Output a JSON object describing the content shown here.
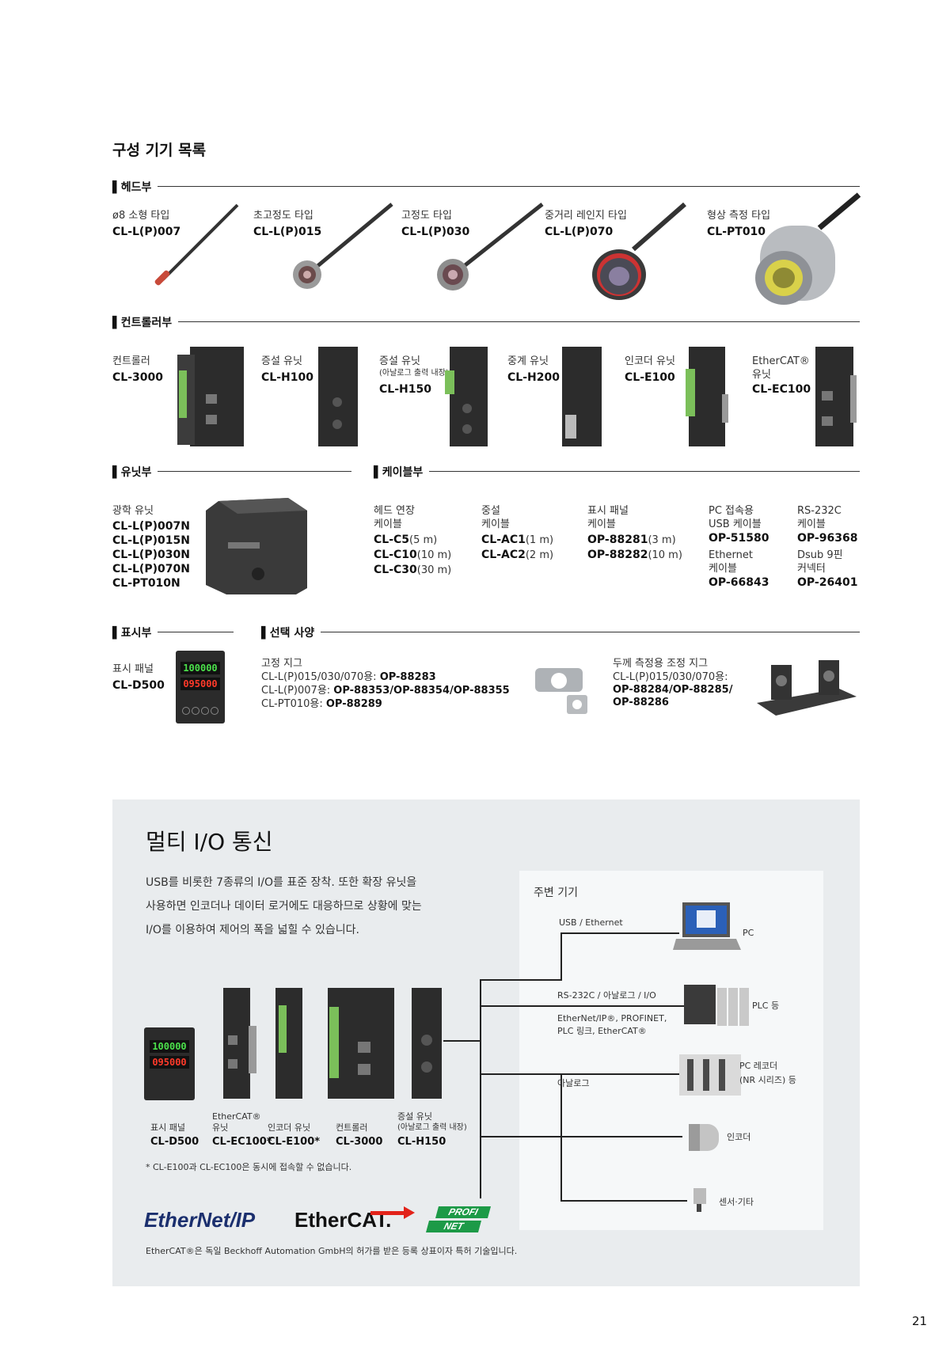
{
  "page_title": "구성 기기 목록",
  "sections": {
    "head": "헤드부",
    "controller": "컨트롤러부",
    "unit": "유닛부",
    "cable": "케이블부",
    "display": "표시부",
    "option": "선택 사양"
  },
  "heads": [
    {
      "type": "ø8 소형 타입",
      "model": "CL-L(P)007"
    },
    {
      "type": "초고정도 타입",
      "model": "CL-L(P)015"
    },
    {
      "type": "고정도 타입",
      "model": "CL-L(P)030"
    },
    {
      "type": "중거리 레인지 타입",
      "model": "CL-L(P)070"
    },
    {
      "type": "형상 측정 타입",
      "model": "CL-PT010"
    }
  ],
  "controllers": [
    {
      "name": "컨트롤러",
      "model": "CL-3000"
    },
    {
      "name": "증설 유닛",
      "model": "CL-H100"
    },
    {
      "name": "증설 유닛",
      "sub": "(아날로그 출력 내장)",
      "model": "CL-H150"
    },
    {
      "name": "중계 유닛",
      "model": "CL-H200"
    },
    {
      "name": "인코더 유닛",
      "model": "CL-E100"
    },
    {
      "name": "EtherCAT® 유닛",
      "model": "CL-EC100"
    }
  ],
  "optical_unit": {
    "name": "광학 유닛",
    "models": [
      "CL-L(P)007N",
      "CL-L(P)015N",
      "CL-L(P)030N",
      "CL-L(P)070N",
      "CL-PT010N"
    ]
  },
  "cables": {
    "head_ext": {
      "name1": "헤드 연장",
      "name2": "케이블",
      "items": [
        {
          "m": "CL-C5",
          "l": "(5 m)"
        },
        {
          "m": "CL-C10",
          "l": "(10 m)"
        },
        {
          "m": "CL-C30",
          "l": "(30 m)"
        }
      ]
    },
    "relay": {
      "name1": "중설",
      "name2": "케이블",
      "items": [
        {
          "m": "CL-AC1",
          "l": "(1 m)"
        },
        {
          "m": "CL-AC2",
          "l": "(2 m)"
        }
      ]
    },
    "panel": {
      "name1": "표시 패널",
      "name2": "케이블",
      "items": [
        {
          "m": "OP-88281",
          "l": "(3 m)"
        },
        {
          "m": "OP-88282",
          "l": "(10 m)"
        }
      ]
    },
    "pc": {
      "name1": "PC 접속용",
      "name2": "USB 케이블",
      "model": "OP-51580",
      "name3": "Ethernet",
      "name4": "케이블",
      "model2": "OP-66843"
    },
    "rs": {
      "name1": "RS-232C",
      "name2": "케이블",
      "model": "OP-96368",
      "name3": "Dsub 9핀",
      "name4": "커넥터",
      "model2": "OP-26401"
    }
  },
  "display": {
    "name": "표시 패널",
    "model": "CL-D500",
    "val1": "100000",
    "val2": "095000"
  },
  "options": {
    "jig": {
      "title": "고정 지그",
      "l1a": "CL-L(P)015/030/070용: ",
      "l1b": "OP-88283",
      "l2a": "CL-L(P)007용: ",
      "l2b": "OP-88353/OP-88354/OP-88355",
      "l3a": "CL-PT010용: ",
      "l3b": "OP-88289"
    },
    "thick": {
      "title": "두께 측정용 조정 지그",
      "l1": "CL-L(P)015/030/070용:",
      "l2": "OP-88284/OP-88285/",
      "l3": "OP-88286"
    }
  },
  "multi": {
    "title": "멀티 I/O 통신",
    "desc": [
      "USB를 비롯한 7종류의 I/O를 표준 장착. 또한 확장 유닛을",
      "사용하면 인코더나 데이터 로거에도 대응하므로 상황에 맞는",
      "I/O를 이용하여 제어의 폭을 넓힐 수 있습니다."
    ],
    "periph_title": "주변 기기",
    "conn": {
      "usb": "USB / Ethernet",
      "rs": "RS-232C / 아날로그 / I/O",
      "ether1": "EtherNet/IP®, PROFINET,",
      "ether2": "PLC 링크, EtherCAT®",
      "analog": "아날로그"
    },
    "devices": {
      "pc": "PC",
      "plc": "PLC 등",
      "rec1": "PC 레코더",
      "rec2": "(NR 시리즈) 등",
      "enc": "인코더",
      "sensor": "센서·기타"
    },
    "units": [
      {
        "l1": "",
        "l2": "표시 패널",
        "m": "CL-D500"
      },
      {
        "l1": "EtherCAT®",
        "l2": "유닛",
        "m": "CL-EC100*"
      },
      {
        "l1": "",
        "l2": "인코더 유닛",
        "m": "CL-E100*"
      },
      {
        "l1": "",
        "l2": "컨트롤러",
        "m": "CL-3000"
      },
      {
        "l1": "증설 유닛",
        "l2": "(아날로그 출력 내장)",
        "m": "CL-H150"
      }
    ],
    "note": "* CL-E100과 CL-EC100은 동시에 접속할 수 없습니다.",
    "logos": {
      "ethernet": "EtherNet/IP",
      "ethercat": "EtherCAT.",
      "profi": "PROFI",
      "net": "NET"
    },
    "trademark": "EtherCAT®은 독일 Beckhoff Automation GmbH의 허가를 받은 등록 상표이자 특허 기술입니다."
  },
  "page_number": "21",
  "colors": {
    "panel_bg": "#e9ecee",
    "profinet_green": "#1d9a47",
    "seg_green": "#4be04b",
    "seg_red": "#ff3a2a"
  }
}
